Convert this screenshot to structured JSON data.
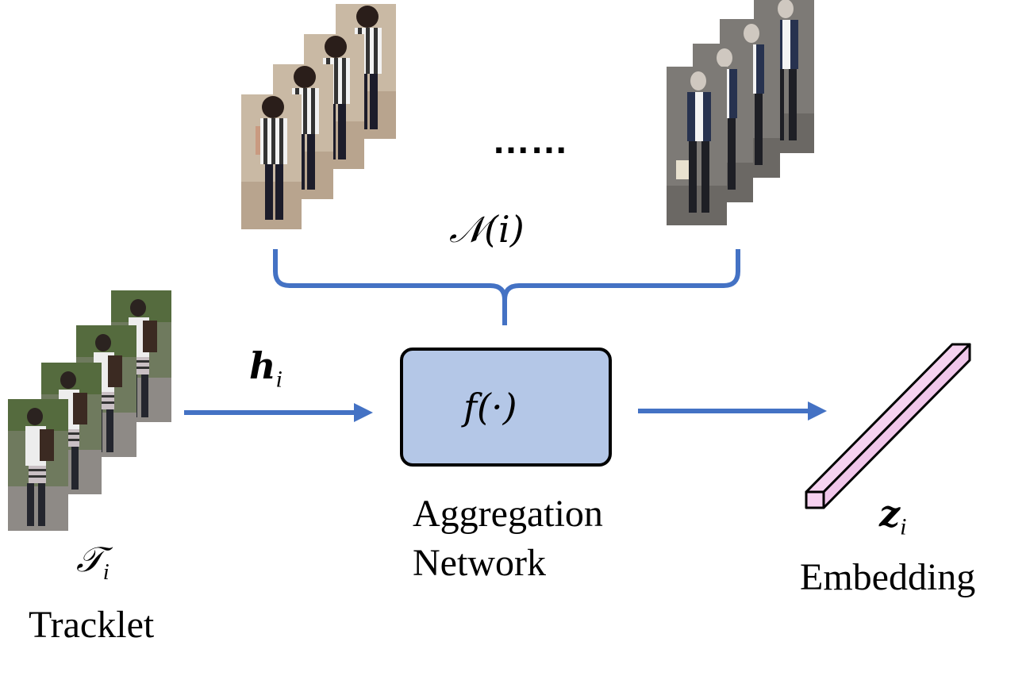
{
  "neighbors_label": {
    "main": "𝒩",
    "args": "(i)"
  },
  "ellipsis": "……",
  "tracklet": {
    "symbol": "𝒯",
    "subscript": "i",
    "caption": "Tracklet"
  },
  "input_label": {
    "symbol": "h",
    "subscript": "i"
  },
  "aggregator": {
    "function": "f(·)",
    "caption_line1": "Aggregation",
    "caption_line2": "Network"
  },
  "embedding": {
    "symbol": "z",
    "subscript": "i",
    "caption": "Embedding"
  },
  "colors": {
    "arrow": "#4472C4",
    "box_fill": "#B4C7E7",
    "box_stroke": "#000000",
    "embedding_fill": "#F6D2F0",
    "embedding_stroke": "#000000"
  }
}
